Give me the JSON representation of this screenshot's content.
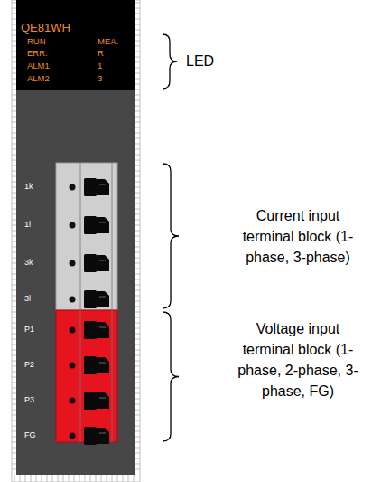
{
  "diagram": {
    "nodes": [
      {
        "text": [
          "QE81WH"
        ]
      }
    ],
    "labels": [
      "RUN",
      "MEA.",
      "ERR.",
      "R",
      "ALM1",
      "1",
      "ALM2",
      "3",
      "1k",
      "1l",
      "3k",
      "3l",
      "P1",
      "P2",
      "P3",
      "FG",
      "LED",
      "Current input terminal block (1-phase, 3-phase)",
      "Voltage input terminal block (1-phase, 2-phase, 3-phase, FG)"
    ]
  }
}
